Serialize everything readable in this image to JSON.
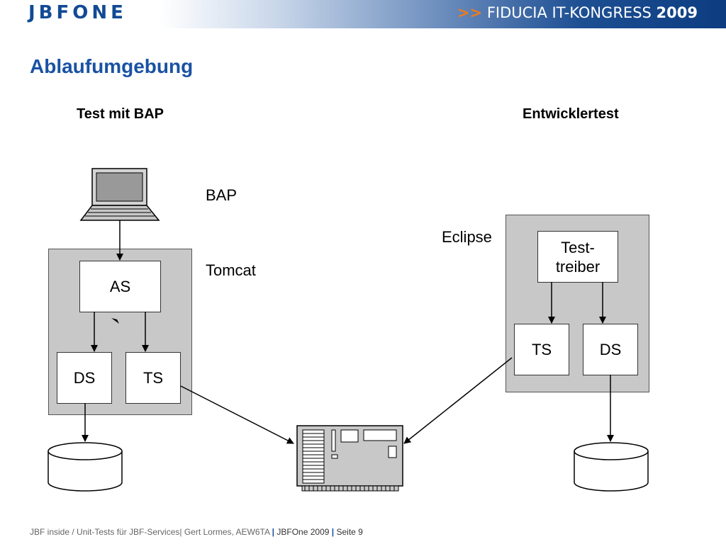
{
  "header": {
    "logo": "JBFONE",
    "congress_prefix": ">>",
    "congress_text": "FIDUCIA IT-KONGRESS",
    "congress_year": "2009"
  },
  "slide": {
    "title": "Ablaufumgebung",
    "left_heading": "Test mit BAP",
    "right_heading": "Entwicklertest"
  },
  "left": {
    "bap_label": "BAP",
    "tomcat_label": "Tomcat",
    "as_box": "AS",
    "ds_box": "DS",
    "ts_box": "TS"
  },
  "right": {
    "eclipse_label": "Eclipse",
    "testtreiber_line1": "Test-",
    "testtreiber_line2": "treiber",
    "ts_box": "TS",
    "ds_box": "DS"
  },
  "footer": {
    "text": "JBF inside / Unit-Tests für JBF-Services| Gert Lormes, AEW6TA",
    "sep1": "|",
    "jbfone": "JBFOne 2009",
    "sep2": "|",
    "page": "Seite 9"
  }
}
